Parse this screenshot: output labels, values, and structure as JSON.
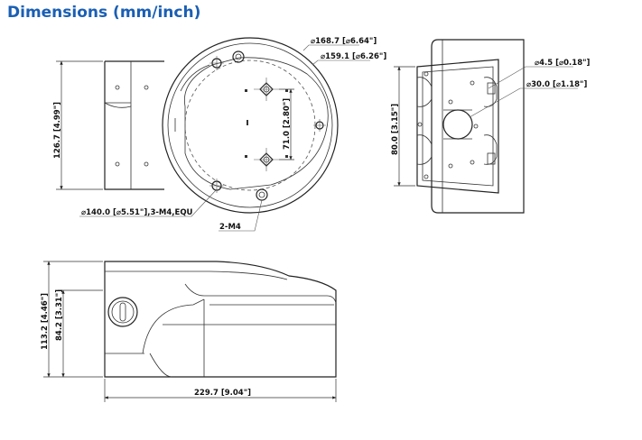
{
  "header": {
    "title": "Dimensions (mm/inch)"
  },
  "front_view": {
    "outer_diameter": "⌀168.7 [⌀6.64\"]",
    "inner_diameter": "⌀159.1 [⌀6.26\"]",
    "height": "126.7 [4.99\"]",
    "hole_spacing": "71.0 [2.80\"]",
    "pcd_holes": "⌀140.0 [⌀5.51\"],3-M4,EQU",
    "screw_holes": "2-M4"
  },
  "side_view": {
    "small_hole": "⌀4.5 [⌀0.18\"]",
    "large_hole": "⌀30.0 [⌀1.18\"]",
    "height": "80.0 [3.15\"]"
  },
  "profile_view": {
    "total_height": "113.2 [4.46\"]",
    "body_height": "84.2 [3.31\"]",
    "length": "229.7 [9.04\"]"
  }
}
